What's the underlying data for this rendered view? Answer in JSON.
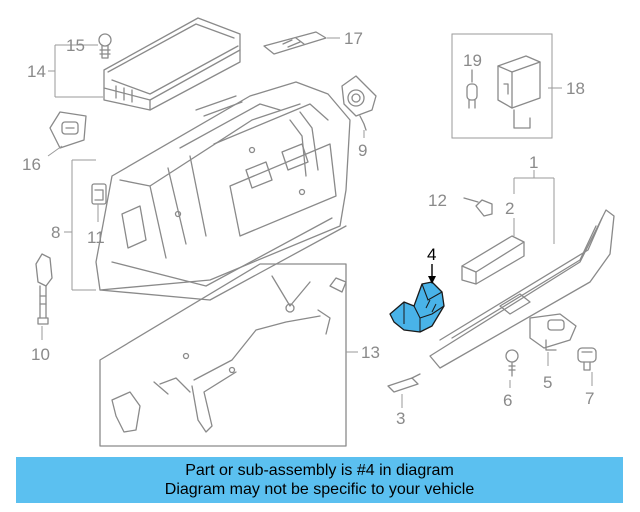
{
  "diagram": {
    "highlight_color": "#49b3e8",
    "line_color": "#8a8a8a",
    "callouts": {
      "c1": "1",
      "c2": "2",
      "c3": "3",
      "c4": "4",
      "c5": "5",
      "c6": "6",
      "c7": "7",
      "c8": "8",
      "c9": "9",
      "c10": "10",
      "c11": "11",
      "c12": "12",
      "c13": "13",
      "c14": "14",
      "c15": "15",
      "c16": "16",
      "c17": "17",
      "c18": "18",
      "c19": "19"
    },
    "highlighted_part": "4"
  },
  "banner": {
    "line1": "Part or sub-assembly is #4 in diagram",
    "line2": "Diagram may not be specific to your vehicle",
    "color": "#5bc0f0"
  }
}
